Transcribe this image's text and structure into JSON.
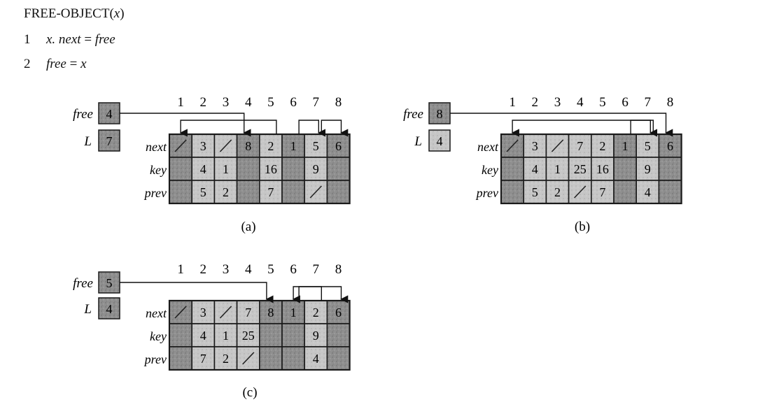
{
  "algorithm": {
    "name": "FREE-OBJECT",
    "param": "x",
    "lines": [
      {
        "num": "1",
        "lhs": "x. next",
        "rhs": "free"
      },
      {
        "num": "2",
        "lhs": "free",
        "rhs": "x"
      }
    ]
  },
  "panels": [
    {
      "id": "a",
      "caption": "(a)",
      "free": "4",
      "L": "7",
      "index_labels": [
        "1",
        "2",
        "3",
        "4",
        "5",
        "6",
        "7",
        "8"
      ],
      "row_labels": [
        "next",
        "key",
        "prev"
      ],
      "next": [
        "/",
        "3",
        "/",
        "8",
        "2",
        "1",
        "5",
        "6"
      ],
      "key": [
        "",
        "4",
        "1",
        "",
        "16",
        "",
        "9",
        ""
      ],
      "prev": [
        "",
        "5",
        "2",
        "",
        "7",
        "",
        "/",
        ""
      ],
      "light_columns": [
        2,
        3,
        5,
        7
      ]
    },
    {
      "id": "b",
      "caption": "(b)",
      "free": "8",
      "L": "4",
      "index_labels": [
        "1",
        "2",
        "3",
        "4",
        "5",
        "6",
        "7",
        "8"
      ],
      "row_labels": [
        "next",
        "key",
        "prev"
      ],
      "next": [
        "/",
        "3",
        "/",
        "7",
        "2",
        "1",
        "5",
        "6"
      ],
      "key": [
        "",
        "4",
        "1",
        "25",
        "16",
        "",
        "9",
        ""
      ],
      "prev": [
        "",
        "5",
        "2",
        "/",
        "7",
        "",
        "4",
        ""
      ],
      "light_columns": [
        2,
        3,
        4,
        5,
        7
      ]
    },
    {
      "id": "c",
      "caption": "(c)",
      "free": "5",
      "L": "4",
      "index_labels": [
        "1",
        "2",
        "3",
        "4",
        "5",
        "6",
        "7",
        "8"
      ],
      "row_labels": [
        "next",
        "key",
        "prev"
      ],
      "next": [
        "/",
        "3",
        "/",
        "7",
        "8",
        "1",
        "2",
        "6"
      ],
      "key": [
        "",
        "4",
        "1",
        "25",
        "",
        "",
        "9",
        ""
      ],
      "prev": [
        "",
        "7",
        "2",
        "/",
        "",
        "",
        "4",
        ""
      ],
      "light_columns": [
        2,
        3,
        4,
        7
      ]
    }
  ],
  "labels": {
    "free": "free",
    "L": "L"
  },
  "colors": {
    "dark_cell": "#8a8a8a",
    "light_cell": "#c9c9c9",
    "border": "#1a1a1a",
    "arrow": "#111111"
  }
}
